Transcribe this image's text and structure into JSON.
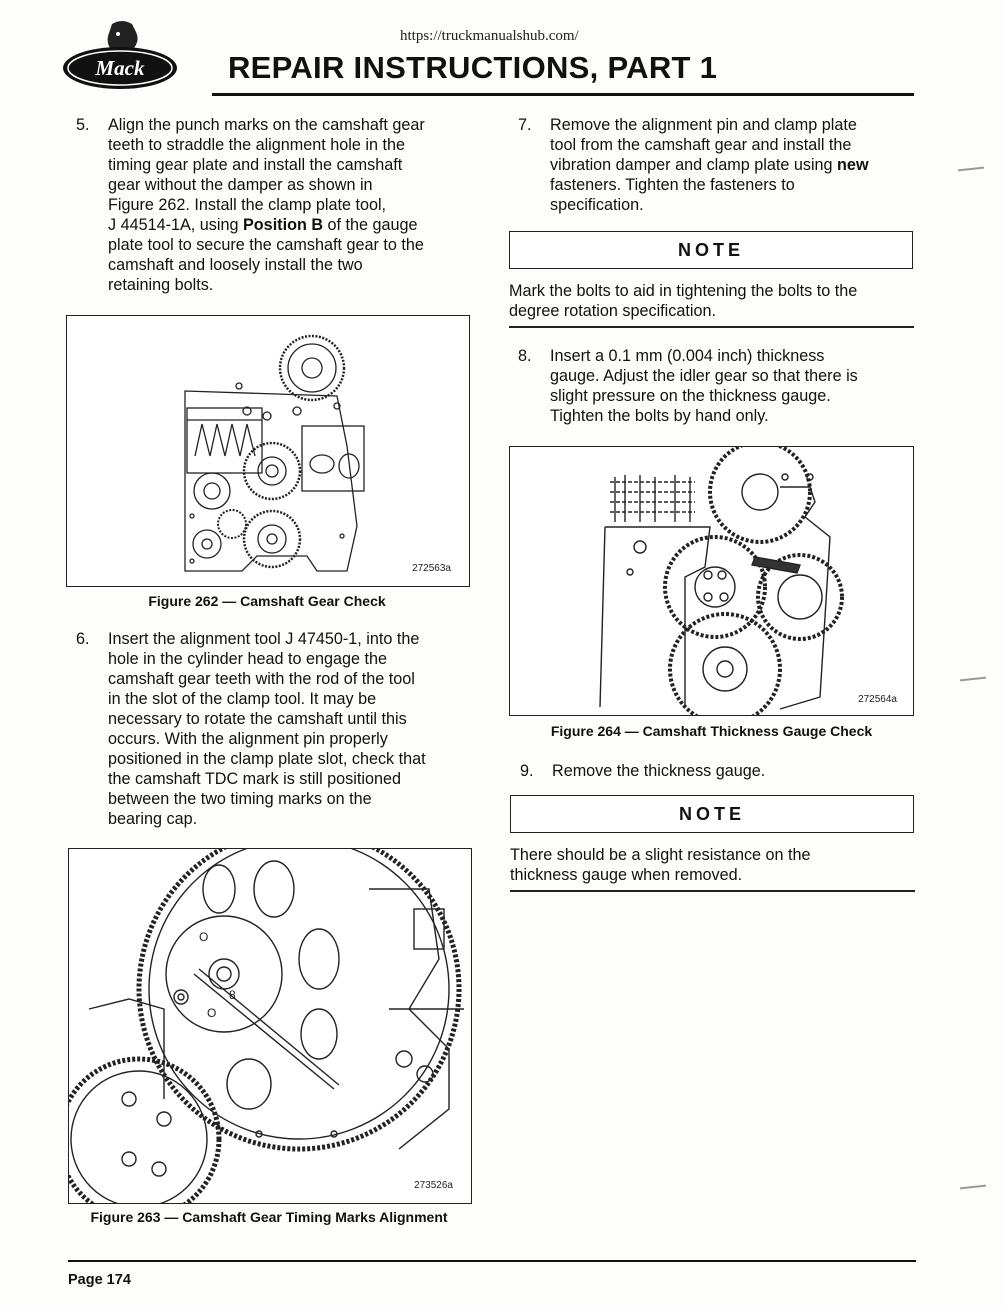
{
  "header": {
    "url": "https://truckmanualshub.com/",
    "title": "REPAIR INSTRUCTIONS, PART 1",
    "logo_text": "Mack"
  },
  "steps": {
    "s5": {
      "num": "5.",
      "lines": [
        "Align the punch marks on the camshaft gear",
        "teeth to straddle the alignment hole in the",
        "timing gear plate and install the camshaft",
        "gear without the damper as shown in",
        "Figure 262. Install the clamp plate tool,"
      ],
      "line6_pre": "J 44514-1A, using ",
      "line6_bold": "Position B",
      "line6_post": " of the gauge",
      "lines_end": [
        "plate tool to secure the camshaft gear to the",
        "camshaft and loosely install the two",
        "retaining bolts."
      ]
    },
    "s6": {
      "num": "6.",
      "lines": [
        "Insert the alignment tool J 47450-1, into the",
        "hole in the cylinder head to engage the",
        "camshaft gear teeth with the rod of the tool",
        "in the slot of the clamp tool. It may be",
        "necessary to rotate the camshaft until this",
        "occurs. With the alignment pin properly",
        "positioned in the clamp plate slot, check that",
        "the camshaft TDC mark is still positioned",
        "between the two timing marks on the",
        "bearing cap."
      ]
    },
    "s7": {
      "num": "7.",
      "lines": [
        "Remove the alignment pin and clamp plate",
        "tool from the camshaft gear and install the"
      ],
      "line3_pre": "vibration damper and clamp plate using ",
      "line3_bold": "new",
      "lines_end": [
        "fasteners. Tighten the fasteners to",
        "specification."
      ]
    },
    "s8": {
      "num": "8.",
      "lines": [
        "Insert a 0.1 mm (0.004 inch) thickness",
        "gauge. Adjust the idler gear so that there is",
        "slight pressure on the thickness gauge.",
        "Tighten the bolts by hand only."
      ]
    },
    "s9": {
      "num": "9.",
      "text": "Remove the thickness gauge."
    }
  },
  "notes": [
    {
      "label": "NOTE",
      "lines": [
        "Mark the bolts to aid in tightening the bolts to the",
        "degree rotation specification."
      ]
    },
    {
      "label": "NOTE",
      "lines": [
        "There should be a slight resistance on the",
        "thickness gauge when removed."
      ]
    }
  ],
  "figures": {
    "f262": {
      "id": "272563a",
      "caption": "Figure 262 — Camshaft Gear Check"
    },
    "f263": {
      "id": "273526a",
      "caption": "Figure 263 — Camshaft Gear Timing Marks Alignment"
    },
    "f264": {
      "id": "272564a",
      "caption": "Figure 264 — Camshaft Thickness Gauge Check"
    }
  },
  "footer": {
    "page": "Page 174"
  }
}
